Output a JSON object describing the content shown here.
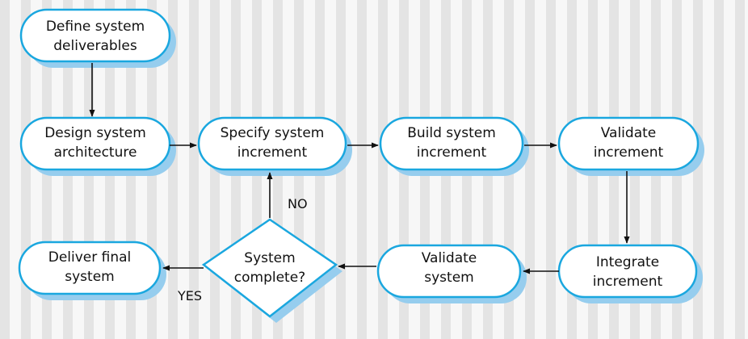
{
  "colors": {
    "border": "#1aa7df",
    "shadow": "#96cdee",
    "fill": "#ffffff",
    "line": "#111111"
  },
  "nodes": {
    "define": {
      "lines": [
        "Define system",
        "deliverables"
      ]
    },
    "design": {
      "lines": [
        "Design system",
        "architecture"
      ]
    },
    "specify": {
      "lines": [
        "Specify system",
        "increment"
      ]
    },
    "build": {
      "lines": [
        "Build system",
        "increment"
      ]
    },
    "validate_inc": {
      "lines": [
        "Validate",
        "increment"
      ]
    },
    "integrate": {
      "lines": [
        "Integrate",
        "increment"
      ]
    },
    "validate_sys": {
      "lines": [
        "Validate",
        "system"
      ]
    },
    "decision": {
      "lines": [
        "System",
        "complete?"
      ]
    },
    "deliver": {
      "lines": [
        "Deliver final",
        "system"
      ]
    }
  },
  "edge_labels": {
    "no": "NO",
    "yes": "YES"
  }
}
